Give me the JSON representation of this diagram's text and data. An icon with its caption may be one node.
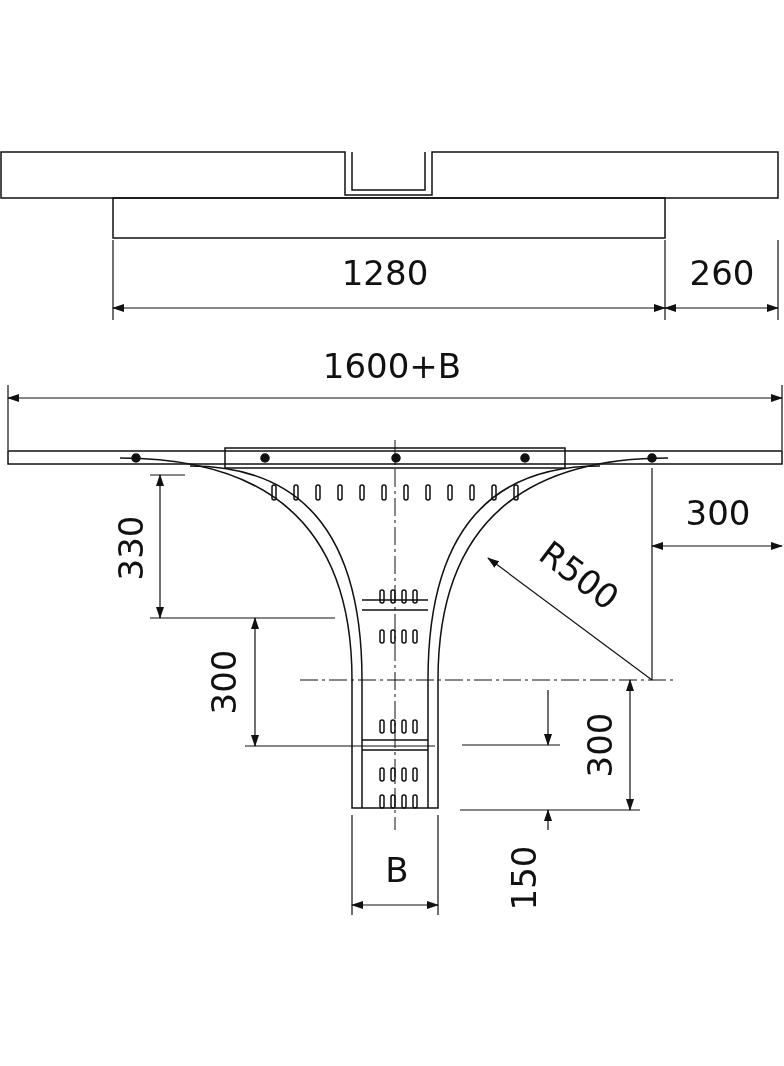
{
  "diagram": {
    "labels": [
      "1280",
      "260",
      "1600+B",
      "300",
      "R500",
      "330",
      "300",
      "300",
      "B",
      "150"
    ]
  }
}
